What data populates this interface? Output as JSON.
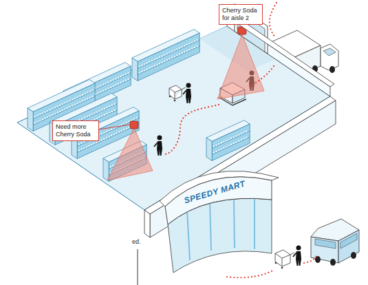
{
  "diagram": {
    "nodes": [
      {
        "text": [
          "Cherry Soda for aisle 2"
        ]
      },
      {
        "text": [
          "Need more Cherry Soda"
        ]
      }
    ],
    "labels": [
      "SPEEDY MART",
      "ed."
    ]
  }
}
